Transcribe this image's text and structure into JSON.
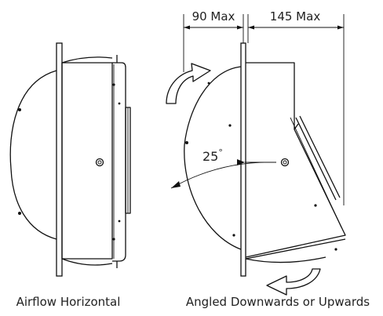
{
  "captions": {
    "left": "Airflow Horizontal",
    "right": "Angled Downwards or Upwards"
  },
  "dimensions": {
    "left_value": "90 Max",
    "right_value": "145 Max"
  },
  "angle": {
    "value": "25",
    "degree_symbol": "°"
  }
}
